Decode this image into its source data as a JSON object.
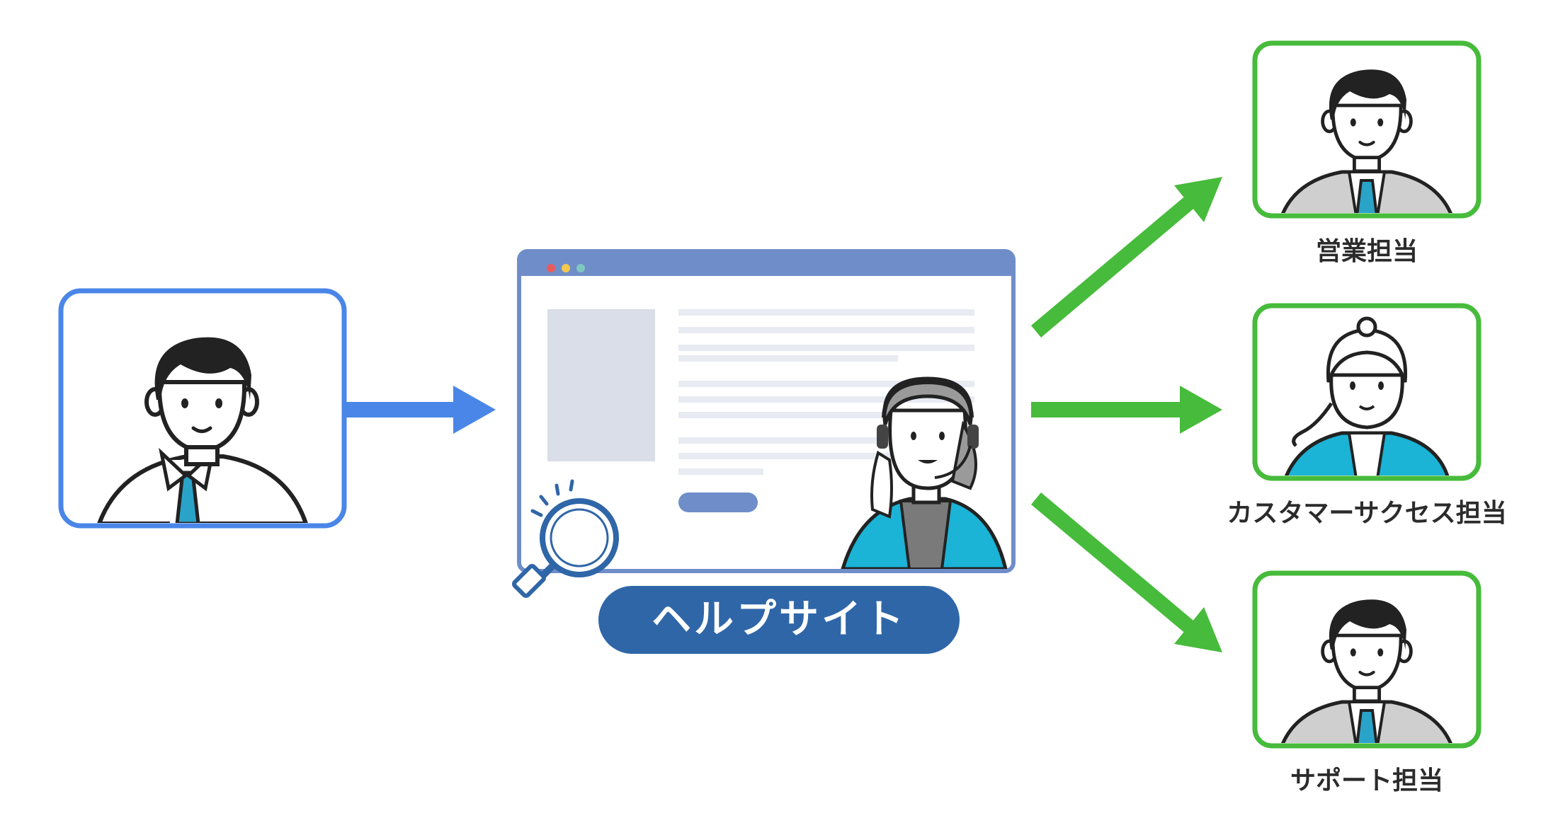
{
  "help_site": {
    "label": "ヘルプサイト"
  },
  "recipients": [
    {
      "label": "営業担当"
    },
    {
      "label": "カスタマーサクセス担当"
    },
    {
      "label": "サポート担当"
    }
  ],
  "colors": {
    "customer_frame": "#4a86e8",
    "recipient_frame": "#47bb3b",
    "pill": "#2f66a8",
    "browser_bar": "#6f8ec9",
    "tie": "#2aa3c9",
    "operator_jacket": "#1bb3d6"
  },
  "icons": [
    "customer-avatar-icon",
    "browser-window-icon",
    "magnifier-icon",
    "operator-icon",
    "sales-avatar-icon",
    "cs-avatar-icon",
    "support-avatar-icon"
  ]
}
